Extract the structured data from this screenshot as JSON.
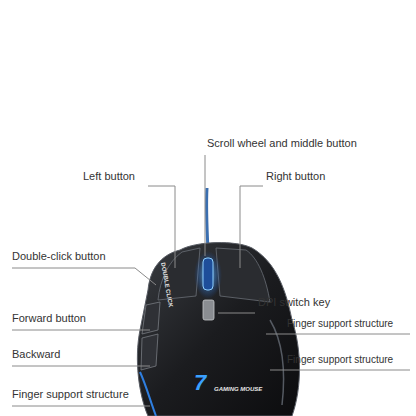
{
  "diagram": {
    "labels": [
      "Scroll wheel and middle button",
      "Left button",
      "Right button",
      "Double-click button",
      "DPI switch key",
      "Forward button",
      "Finger support structure",
      "Backward",
      "Finger support structure",
      "Finger support structure",
      "DOUBLE CLICK",
      "7",
      "GAMING MOUSE"
    ]
  }
}
